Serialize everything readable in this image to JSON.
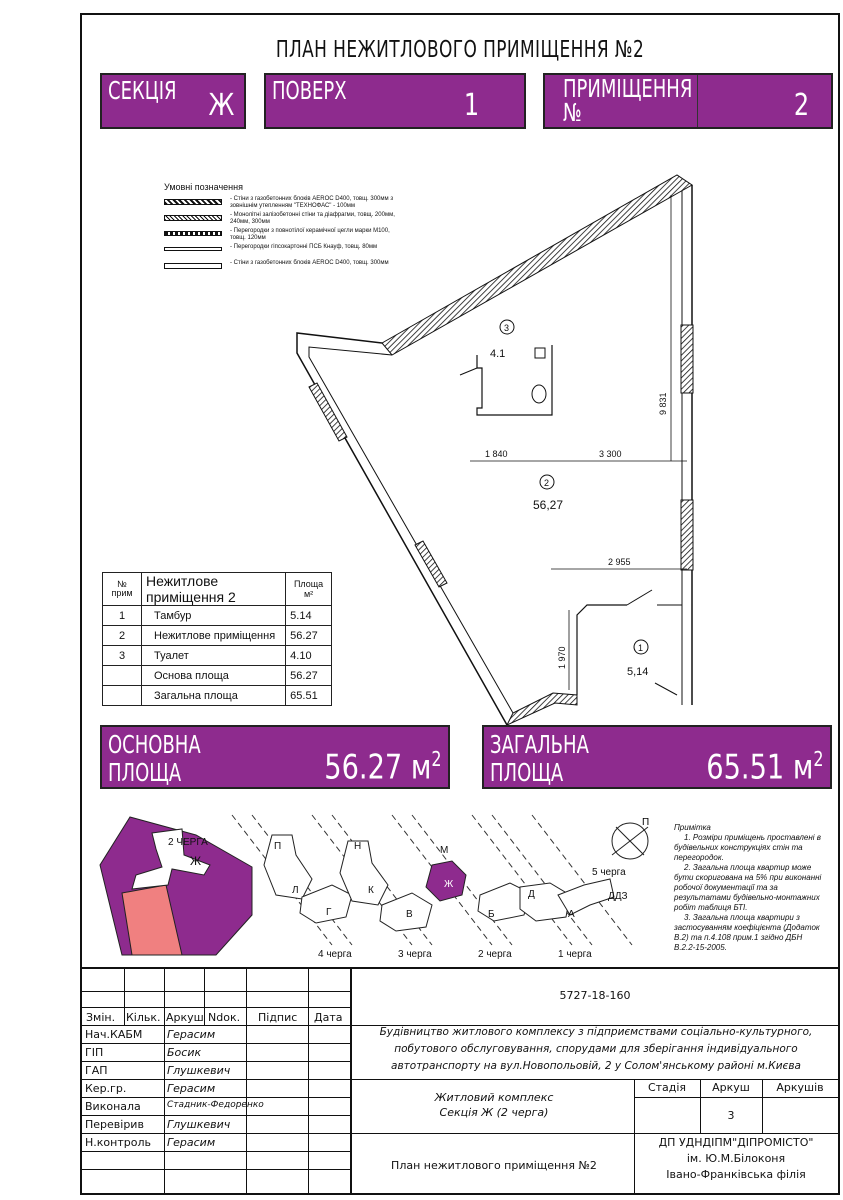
{
  "title": "ПЛАН НЕЖИТЛОВОГО ПРИМІЩЕННЯ №2",
  "info_boxes": {
    "section": {
      "label": "СЕКЦІЯ",
      "value": "Ж"
    },
    "floor": {
      "label": "ПОВЕРХ",
      "value": "1"
    },
    "room": {
      "label": "ПРИМІЩЕННЯ №",
      "value": "2"
    }
  },
  "legend": {
    "heading": "Умовні позначення",
    "items": [
      "- Стіни з газобетонних блоків AEROC D400, товщ. 300мм з зовнішнім утепленням \"ТЕХНОФАС\" - 100мм",
      "- Монолітні залізобетонні стіни та діафрагми, товщ. 200мм, 240мм, 300мм",
      "- Перегородки з повнотілої керамічної цегли марки М100, товщ. 120мм",
      "- Перегородки гіпсокартонні ПСБ Кнауф, товщ. 80мм",
      "- Стіни з газобетонних блоків AEROC D400, товщ. 300мм"
    ]
  },
  "plan": {
    "rooms": [
      {
        "num": "3",
        "area": "4.1"
      },
      {
        "num": "2",
        "area": "56,27"
      },
      {
        "num": "1",
        "area": "5,14"
      }
    ],
    "dimensions": [
      "1 840",
      "3 300",
      "9 831",
      "2 955",
      "1 970"
    ]
  },
  "area_table": {
    "headers": {
      "num": "№ прим",
      "name": "Нежитлове приміщення 2",
      "area": "Площа м²"
    },
    "rows": [
      {
        "num": "1",
        "name": "Тамбур",
        "area": "5.14"
      },
      {
        "num": "2",
        "name": "Нежитлове приміщення",
        "area": "56.27"
      },
      {
        "num": "3",
        "name": "Туалет",
        "area": "4.10"
      },
      {
        "num": "",
        "name": "Основа площа",
        "area": "56.27"
      },
      {
        "num": "",
        "name": "Загальна площа",
        "area": "65.51"
      }
    ]
  },
  "summary": {
    "main_area": {
      "label1": "ОСНОВНА",
      "label2": "ПЛОЩА",
      "value": "56.27 м",
      "sup": "2"
    },
    "total_area": {
      "label1": "ЗАГАЛЬНА",
      "label2": "ПЛОЩА",
      "value": "65.51 м",
      "sup": "2"
    }
  },
  "key_plan": {
    "highlight_label_1": "2 ЧЕРГА",
    "highlight_label_2": "Ж",
    "sections": [
      "П",
      "Л",
      "Г",
      "Н",
      "К",
      "В",
      "М",
      "Ж",
      "Б",
      "Д",
      "А",
      "ДДЗ"
    ],
    "stages": [
      "4 черга",
      "3 черга",
      "2 черга",
      "1 черга",
      "5 черга"
    ],
    "north": "П"
  },
  "notes": {
    "title": "Примітка",
    "items": [
      "1. Розміри приміщень проставлені в будівельних конструкціях стін та перегородок.",
      "2. Загальна площа квартир може бути скоригована на 5% при виконанні робочої документації та за результатами будівельно-монтажних робіт таблиця БТІ.",
      "3. Загальна площа квартири з застосуванням коефіцієнта (Додаток В.2) та п.4.108 прим.1 згідно ДБН В.2.2-15-2005."
    ]
  },
  "stamp": {
    "code": "5727-18-160",
    "headers": [
      "Змін.",
      "Кільк.",
      "Аркуш",
      "Ndок.",
      "Підпис",
      "Дата"
    ],
    "project": [
      "Будівництво житлового комплексу з підприємствами соціально-культурного,",
      "побутового обслуговування, спорудами для зберігання індивідуального",
      "автотранспорту на вул.Новопольовій, 2 у Солом'янському районі м.Києва"
    ],
    "people": [
      {
        "role": "Нач.КАБМ",
        "name": "Герасим"
      },
      {
        "role": "ГІП",
        "name": "Босик"
      },
      {
        "role": "ГАП",
        "name": "Глушкевич"
      },
      {
        "role": "Кер.гр.",
        "name": "Герасим"
      },
      {
        "role": "Виконала",
        "name": "Стадник-Федоренко"
      },
      {
        "role": "Перевірив",
        "name": "Глушкевич"
      },
      {
        "role": "Н.контроль",
        "name": "Герасим"
      }
    ],
    "object_line1": "Житловий комплекс",
    "object_line2": "Секція Ж  (2 черга)",
    "stage_header": "Стадія",
    "sheet_header": "Аркуш",
    "sheets_header": "Аркушів",
    "sheet_value": "3",
    "drawing_title": "План нежитлового приміщення №2",
    "org1": "ДП УДНДІПМ\"ДІПРОМІСТО\"",
    "org2": "ім. Ю.М.Білоконя",
    "org3": "Івано-Франківська філія"
  },
  "colors": {
    "accent": "#8e2b8e",
    "pink": "#f08080"
  }
}
